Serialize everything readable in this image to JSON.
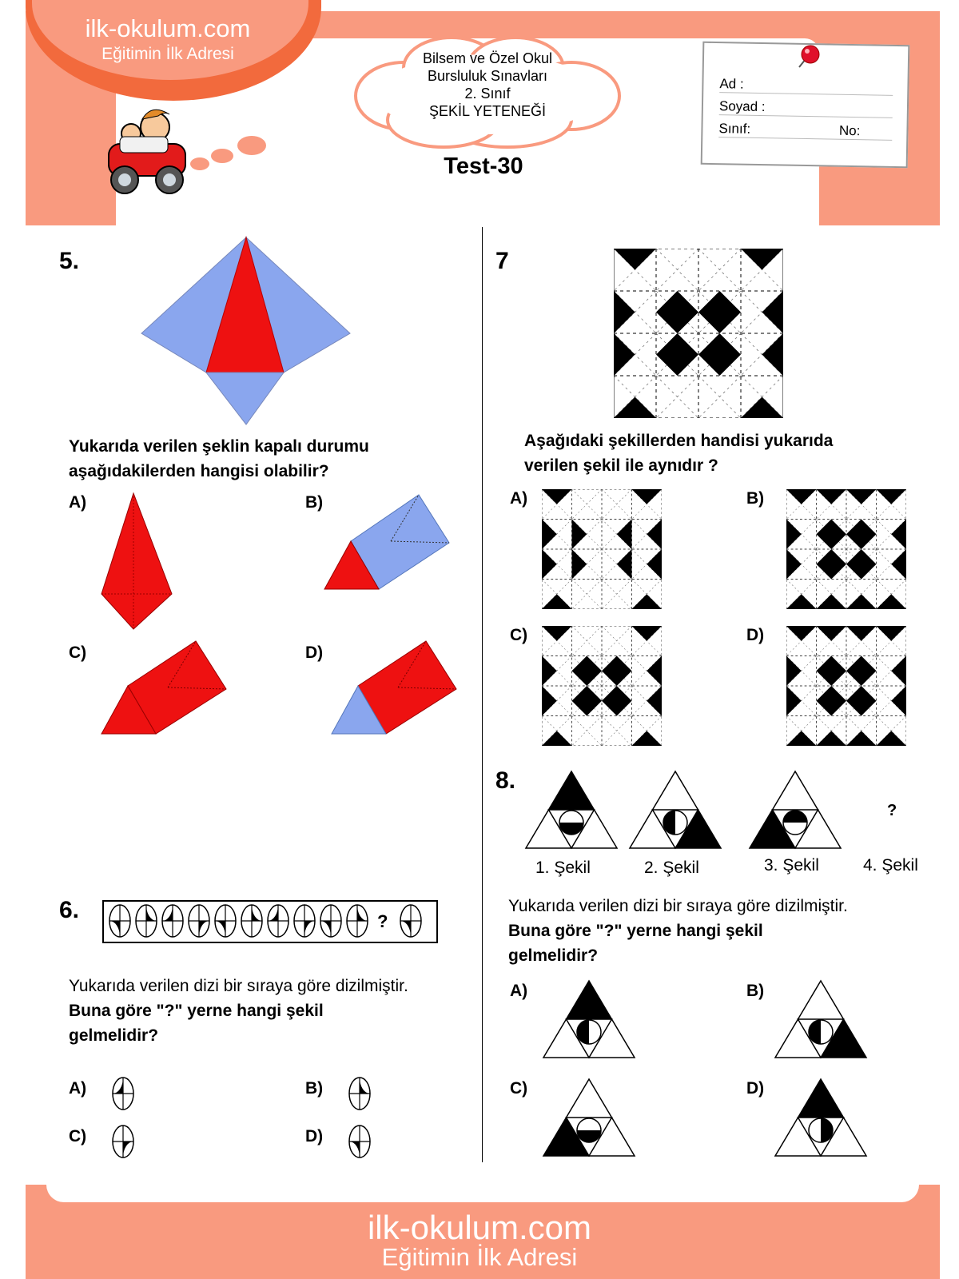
{
  "header": {
    "site": "ilk-okulum.com",
    "slogan": "Eğitimin İlk Adresi",
    "cloud_line1": "Bilsem ve Özel Okul",
    "cloud_line2": "Bursluluk Sınavları",
    "cloud_line3": "2. Sınıf",
    "cloud_line4": "ŞEKİL YETENEĞİ",
    "test_title": "Test-30",
    "card": {
      "ad": "Ad :",
      "soyad": "Soyad :",
      "sinif": "Sınıf:",
      "no": "No:"
    }
  },
  "q5": {
    "number": "5.",
    "text1": "Yukarıda verilen şeklin kapalı durumu",
    "text2": "aşağıdakilerden hangisi olabilir?",
    "opts": [
      "A)",
      "B)",
      "C)",
      "D)"
    ]
  },
  "q6": {
    "number": "6.",
    "qmark": "?",
    "text1": "Yukarıda verilen dizi bir sıraya göre dizilmiştir.",
    "text2": "Buna göre \"?\" yerne hangi şekil",
    "text3": "gelmelidir?",
    "opts": [
      "A)",
      "B)",
      "C)",
      "D)"
    ]
  },
  "q7": {
    "number": "7",
    "text1": "Aşağıdaki şekillerden handisi yukarıda",
    "text2": "verilen şekil ile aynıdır ?",
    "opts": [
      "A)",
      "B)",
      "C)",
      "D)"
    ]
  },
  "q8": {
    "number": "8.",
    "labels": [
      "1. Şekil",
      "2. Şekil",
      "3. Şekil",
      "4. Şekil"
    ],
    "qmark": "?",
    "text1": "Yukarıda verilen dizi bir sıraya göre dizilmiştir.",
    "text2": "Buna göre \"?\" yerne hangi şekil",
    "text3": "gelmelidir?",
    "opts": [
      "A)",
      "B)",
      "C)",
      "D)"
    ]
  },
  "footer": {
    "site": "ilk-okulum.com",
    "slogan": "Eğitimin İlk Adresi"
  },
  "colors": {
    "accent": "#f99a7f",
    "red": "#ee1111",
    "blue": "#8aa6ee"
  }
}
